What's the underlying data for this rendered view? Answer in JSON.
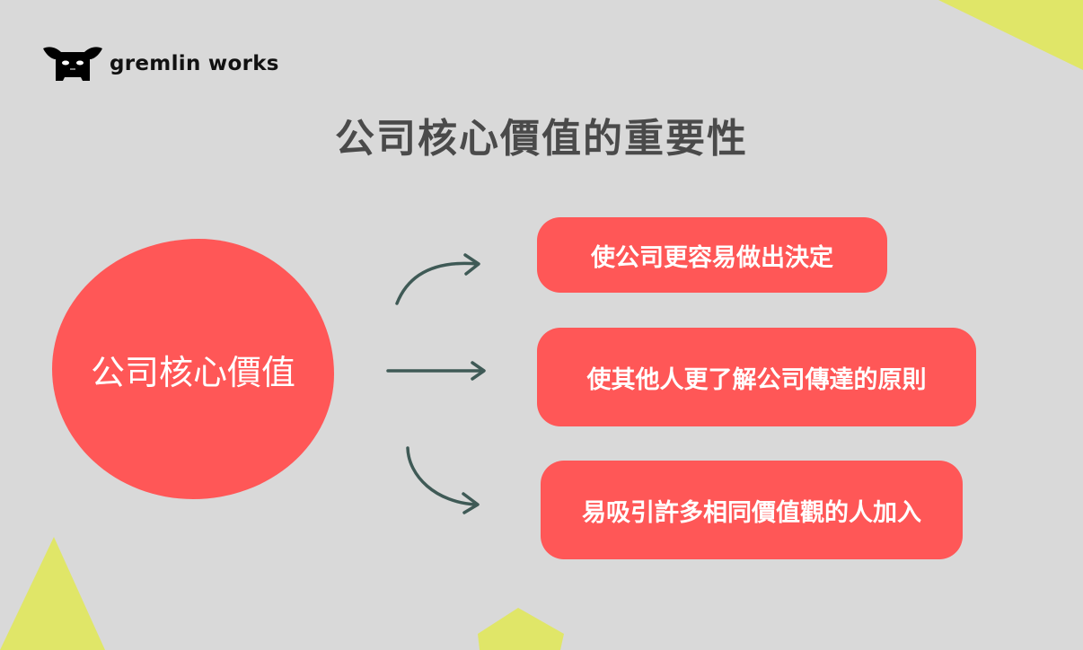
{
  "logo": {
    "text": "gremlin works"
  },
  "title": "公司核心價值的重要性",
  "center_node": "公司核心價值",
  "outcomes": [
    "使公司更容易做出決定",
    "使其他人更了解公司傳達的原則",
    "易吸引許多相同價值觀的人加入"
  ],
  "colors": {
    "background": "#d9d9d9",
    "accent": "#ff5757",
    "decor": "#e0e668",
    "arrow": "#3f5a56",
    "title": "#4a4a4a"
  }
}
